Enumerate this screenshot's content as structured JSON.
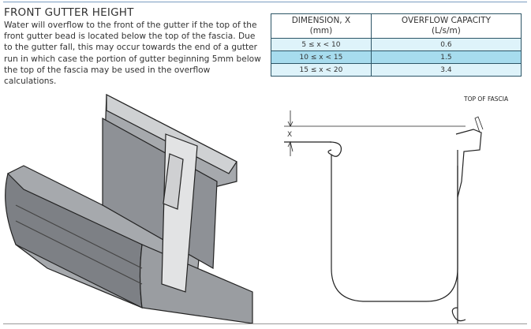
{
  "section": {
    "title": "FRONT GUTTER HEIGHT",
    "body": "Water will overflow to the front of the gutter if the top of the front gutter bead is located below the top of the fascia. Due to the gutter fall, this may occur towards the end of a gutter run in which case the portion of gutter beginning 5mm below the top of the fascia may be used in the overflow calculations."
  },
  "table": {
    "headers": [
      {
        "line1": "DIMENSION, X",
        "line2": "(mm)"
      },
      {
        "line1": "OVERFLOW CAPACITY",
        "line2": "(L/s/m)"
      }
    ],
    "rows": [
      {
        "range": "5 ≤ x < 10",
        "capacity": "0.6"
      },
      {
        "range": "10 ≤ x < 15",
        "capacity": "1.5"
      },
      {
        "range": "15 ≤ x < 20",
        "capacity": "3.4"
      }
    ]
  },
  "diagram": {
    "fascia_label": "TOP OF FASCIA",
    "dimension_label": "X"
  }
}
